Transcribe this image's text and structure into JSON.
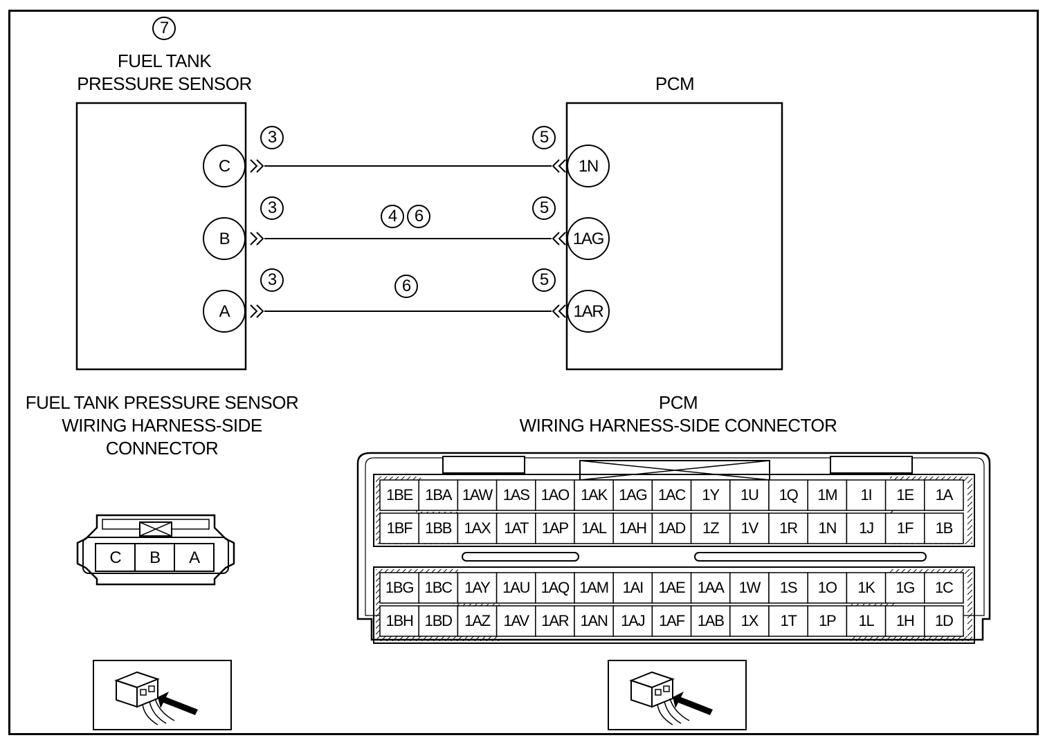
{
  "sensor": {
    "step_number": "7",
    "title_line1": "FUEL TANK",
    "title_line2": "PRESSURE SENSOR",
    "pins": [
      "C",
      "B",
      "A"
    ]
  },
  "pcm": {
    "title": "PCM",
    "pins": [
      "1N",
      "1AG",
      "1AR"
    ]
  },
  "wires": [
    {
      "from": "C",
      "to": "1N",
      "sensor_step": "3",
      "pcm_step": "5",
      "mid_steps": []
    },
    {
      "from": "B",
      "to": "1AG",
      "sensor_step": "3",
      "pcm_step": "5",
      "mid_steps": [
        "4",
        "6"
      ]
    },
    {
      "from": "A",
      "to": "1AR",
      "sensor_step": "3",
      "pcm_step": "5",
      "mid_steps": [
        "6"
      ]
    }
  ],
  "sensor_connector": {
    "title_line1": "FUEL TANK PRESSURE SENSOR",
    "title_line2": "WIRING HARNESS-SIDE",
    "title_line3": "CONNECTOR",
    "pins": [
      "C",
      "B",
      "A"
    ]
  },
  "pcm_connector": {
    "title_line1": "PCM",
    "title_line2": "WIRING HARNESS-SIDE CONNECTOR",
    "rows": [
      [
        "1BE",
        "1BA",
        "1AW",
        "1AS",
        "1AO",
        "1AK",
        "1AG",
        "1AC",
        "1Y",
        "1U",
        "1Q",
        "1M",
        "1I",
        "1E",
        "1A"
      ],
      [
        "1BF",
        "1BB",
        "1AX",
        "1AT",
        "1AP",
        "1AL",
        "1AH",
        "1AD",
        "1Z",
        "1V",
        "1R",
        "1N",
        "1J",
        "1F",
        "1B"
      ],
      [
        "1BG",
        "1BC",
        "1AY",
        "1AU",
        "1AQ",
        "1AM",
        "1AI",
        "1AE",
        "1AA",
        "1W",
        "1S",
        "1O",
        "1K",
        "1G",
        "1C"
      ],
      [
        "1BH",
        "1BD",
        "1AZ",
        "1AV",
        "1AR",
        "1AN",
        "1AJ",
        "1AF",
        "1AB",
        "1X",
        "1T",
        "1P",
        "1L",
        "1H",
        "1D"
      ]
    ]
  }
}
